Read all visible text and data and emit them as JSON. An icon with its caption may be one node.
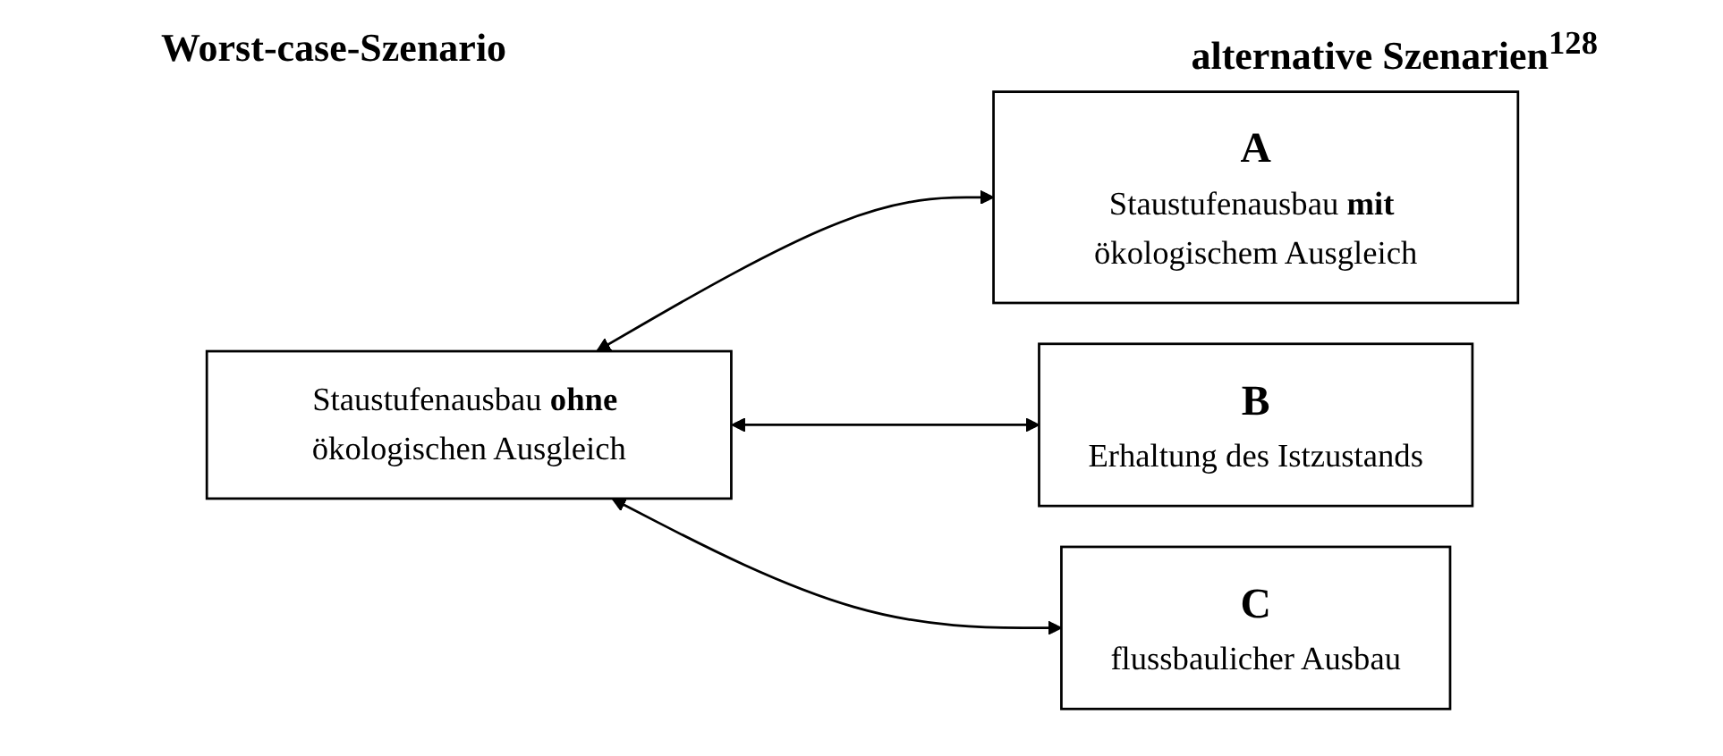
{
  "diagram": {
    "nodes": [
      {
        "text": [
          "Staustufenausbau **ohne** ökologischen Ausgleich"
        ]
      },
      {
        "text": [
          "A",
          "Staustufenausbau **mit** ökologischem Ausgleich"
        ]
      },
      {
        "text": [
          "B",
          "Erhaltung des Istzustands"
        ]
      },
      {
        "text": [
          "C",
          "flussbaulicher Ausbau"
        ]
      }
    ],
    "edges": [
      {
        "from": 0,
        "to": 1,
        "arrow": "both"
      },
      {
        "from": 0,
        "to": 2,
        "arrow": "both"
      },
      {
        "from": 0,
        "to": 3,
        "arrow": "both"
      }
    ],
    "labels": [
      "Worst-case-Szenario",
      "alternative Szenarien$^{128}$"
    ]
  }
}
